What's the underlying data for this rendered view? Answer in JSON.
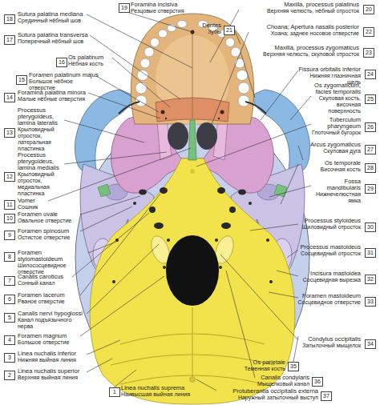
{
  "diagram": {
    "labels": [
      "1",
      "Linea nuchalis suprema",
      "Наивысшая выйная линия",
      "2",
      "Linea nuchalis superior",
      "Верхняя выйная линия",
      "3",
      "Linea nuchalis inferior",
      "Нижняя выйная линия",
      "4",
      "Foramen magnum",
      "Большое отверстие",
      "5",
      "Canalis nervi hypoglossi",
      "Канал подъязычного нерва",
      "6",
      "Foramen lacerum",
      "Рваное отверстие",
      "7",
      "Canalis caroticus",
      "Сонный канал",
      "8",
      "Foramen stylomastoideum",
      "Шилососцевидное отверстие",
      "9",
      "Foramen spinosum",
      "Остистое отверстие",
      "10",
      "Foramen ovale",
      "Овальное отверстие",
      "11",
      "Vomer",
      "Сошник",
      "12",
      "Processus pterygoideus, lamina medialis",
      "Крыловидный отросток, медиальная пластинка",
      "13",
      "Processus pterygoideus, lamina lateralis",
      "Крыловидный отросток, латеральная пластинка",
      "14",
      "Foramina palatina minora",
      "Малые нёбные отверстия",
      "15",
      "Foramen palatinum majus",
      "Большое нёбное отверстие",
      "16",
      "Os palatinum",
      "Нёбная кость",
      "17",
      "Sutura palatina transversa",
      "Поперечный нёбный шов",
      "18",
      "Sutura palatina mediana",
      "Срединный нёбный шов",
      "19",
      "Foramina incisiva",
      "Резцовые отверстия",
      "20",
      "Maxilla, processus palatinus",
      "Верхняя челюсть, нёбный отросток",
      "21",
      "Dentes",
      "Зубы",
      "22",
      "Choana; Apertura nasalis posterior",
      "Хоана; заднее носовое отверстие",
      "23",
      "Maxilla, processus zygomaticus",
      "Верхняя челюсть, скуловой отросток",
      "24",
      "Fissura orbitalis inferior",
      "Нижняя глазничная щель",
      "25",
      "Os zygomaticum, facies temporalis",
      "Скуловая кость, височная поверхность",
      "26",
      "Tuberculum pharyngeum",
      "Глоточный бугорок",
      "27",
      "Arcus zygomaticus",
      "Скуловая дуга",
      "28",
      "Os temporale",
      "Височная кость",
      "29",
      "Fossa mandibularis",
      "Нижнечелюстная ямка",
      "30",
      "Processus styloideus",
      "Шиловидный отросток",
      "31",
      "Processus mastoideus",
      "Сосцевидный отросток",
      "32",
      "Incisura mastoidea",
      "Сосцевидная вырезка",
      "33",
      "Foramen mastoideum",
      "Сосцевидное отверстие",
      "34",
      "Condylus occipitalis",
      "Затылочный мыщелок",
      "35",
      "Os parietale",
      "Теменная кость",
      "36",
      "Canalis condylaris",
      "Мыщелковый канал",
      "37",
      "Protuberantia occipitalis externa",
      "Наружный затылочный выступ"
    ]
  }
}
